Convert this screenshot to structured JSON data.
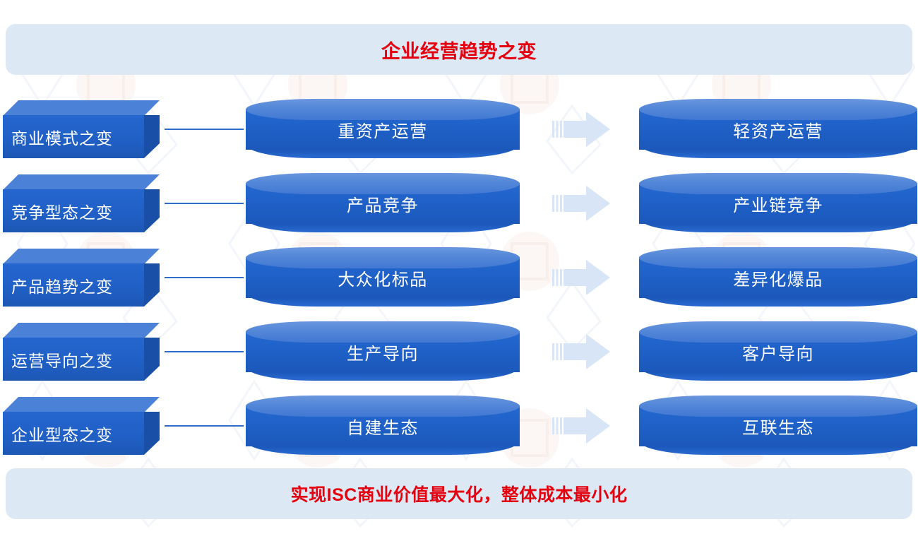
{
  "header": {
    "title": "企业经营趋势之变",
    "background_color": "#dce8f4",
    "text_color": "#e4000f"
  },
  "footer": {
    "title": "实现ISC商业价值最大化，整体成本最小化",
    "background_color": "#dce8f4",
    "text_color": "#e4000f"
  },
  "palette": {
    "box_front": "#2060c6",
    "box_top": "#4b81d6",
    "box_side": "#1a4fa8",
    "cylinder_body": "#1f61c8",
    "cylinder_top": "#5287d8",
    "connector_line": "#2f6bc9",
    "arrow": "#d7e5f6",
    "page_background": "#ffffff"
  },
  "rows": [
    {
      "category": "商业模式之变",
      "from": "重资产运营",
      "to": "轻资产运营",
      "arrow": "right-arrow"
    },
    {
      "category": "竞争型态之变",
      "from": "产品竞争",
      "to": "产业链竞争",
      "arrow": "right-arrow"
    },
    {
      "category": "产品趋势之变",
      "from": "大众化标品",
      "to": "差异化爆品",
      "arrow": "right-arrow"
    },
    {
      "category": "运营导向之变",
      "from": "生产导向",
      "to": "客户导向",
      "arrow": "right-arrow"
    },
    {
      "category": "企业型态之变",
      "from": "自建生态",
      "to": "互联生态",
      "arrow": "right-arrow"
    }
  ]
}
